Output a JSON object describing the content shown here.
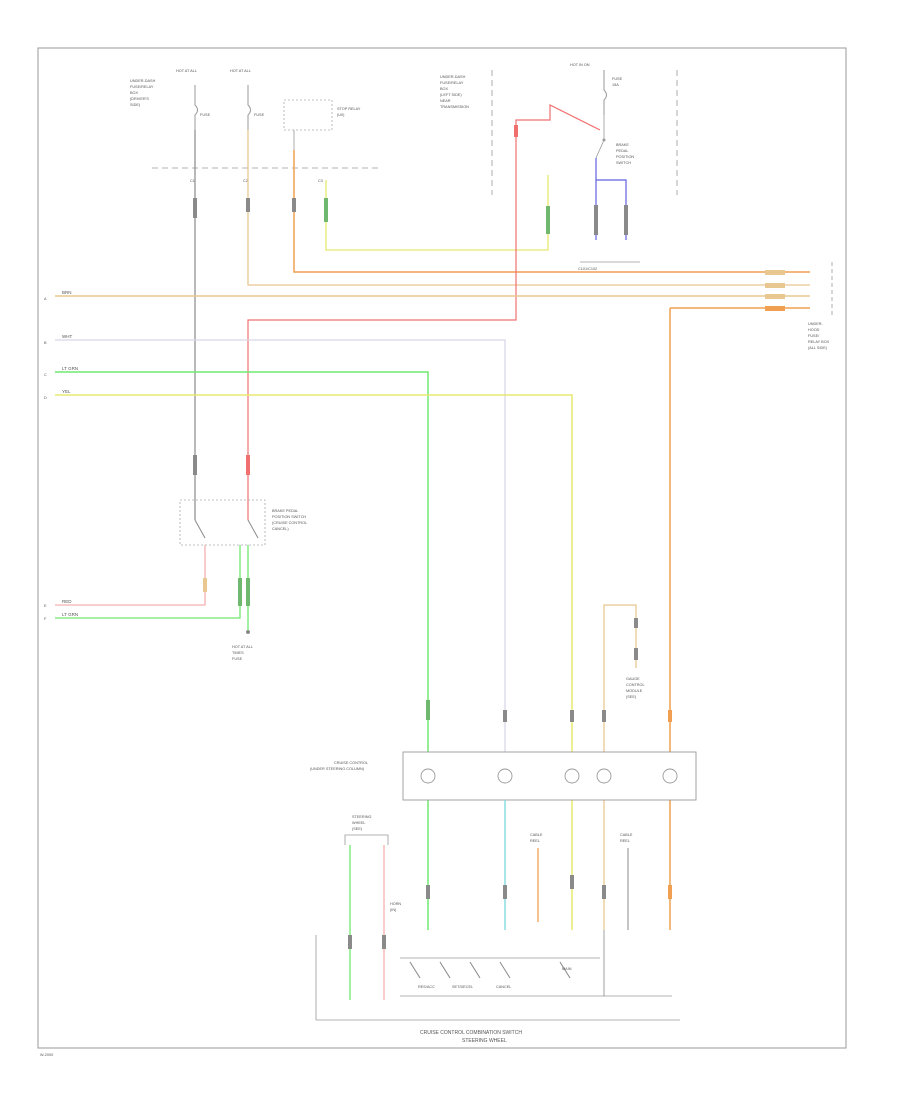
{
  "colors": {
    "border": "#9a9a9a",
    "black_wire": "#7a7a7a",
    "orange_wire": "#f0a050",
    "tan_wire": "#e8c890",
    "yellow_wire": "#e8e870",
    "light_green_wire": "#70e870",
    "red_wire": "#f07070",
    "pink_wire": "#f4b0b0",
    "white_wire": "#d8d8e8",
    "blue_wire": "#6060e0",
    "cyan_wire": "#80e0e0",
    "dashed_line": "#9a9a9a",
    "label_text": "#555555"
  },
  "labels": {
    "top_left_block": [
      "UNDER-DASH",
      "FUSE/RELAY",
      "BOX",
      "(DRIVER'S",
      "SIDE)"
    ],
    "hot_at_all_times_1": "HOT AT ALL",
    "hot_at_all_times_2": "HOT AT ALL",
    "fuse_1": "FUSE",
    "fuse_2": "FUSE",
    "relay_label": [
      "STOP RELAY",
      "(U0)"
    ],
    "hot_in_on": "HOT IN ON",
    "fuse_3": "FUSE",
    "fuse_3_id": "15A",
    "cruise_block": [
      "UNDER-DASH",
      "FUSE/RELAY",
      "BOX",
      "(LEFT SIDE)",
      "NEAR",
      "TRANSMISSION"
    ],
    "brake_switch": [
      "BRAKE",
      "PEDAL",
      "POSITION",
      "SWITCH"
    ],
    "connector_label": "C101/C102",
    "right_block": [
      "UNDER-",
      "HOOD",
      "FUSE/",
      "RELAY BOX",
      "(ALL SIDE)"
    ],
    "wire_left_1": "BRN",
    "wire_left_2": "WHT",
    "wire_left_3": "LT GRN",
    "wire_left_4": "YEL",
    "brake_pedal_switch": [
      "BRAKE PEDAL",
      "POSITION SWITCH",
      "(CRUISE CONTROL",
      "CANCEL)"
    ],
    "wire_left_5": "RED",
    "wire_left_6": "LT GRN",
    "hot_at_all_bottom": [
      "HOT AT ALL",
      "TIMES",
      "FUSE"
    ],
    "gauge_control": [
      "GAUGE",
      "CONTROL",
      "MODULE",
      "(SEE)"
    ],
    "cruise_module": [
      "CRUISE CONTROL",
      "(UNDER STEERING COLUMN)"
    ],
    "cable_reel_1": [
      "CABLE",
      "REEL"
    ],
    "cable_reel_2": [
      "CABLE",
      "REEL"
    ],
    "horn_label": [
      "HORN",
      "(IN)"
    ],
    "cable_reel_left": [
      "STEERING",
      "WHEEL",
      "(SEE)"
    ],
    "bottom_title": "CRUISE CONTROL COMBINATION SWITCH",
    "bottom_subtitle": "STEERING WHEEL",
    "footer_code": "W-2000",
    "switch_names": [
      "RES/ACC",
      "SET/DECEL",
      "CANCEL",
      "MAIN"
    ]
  }
}
